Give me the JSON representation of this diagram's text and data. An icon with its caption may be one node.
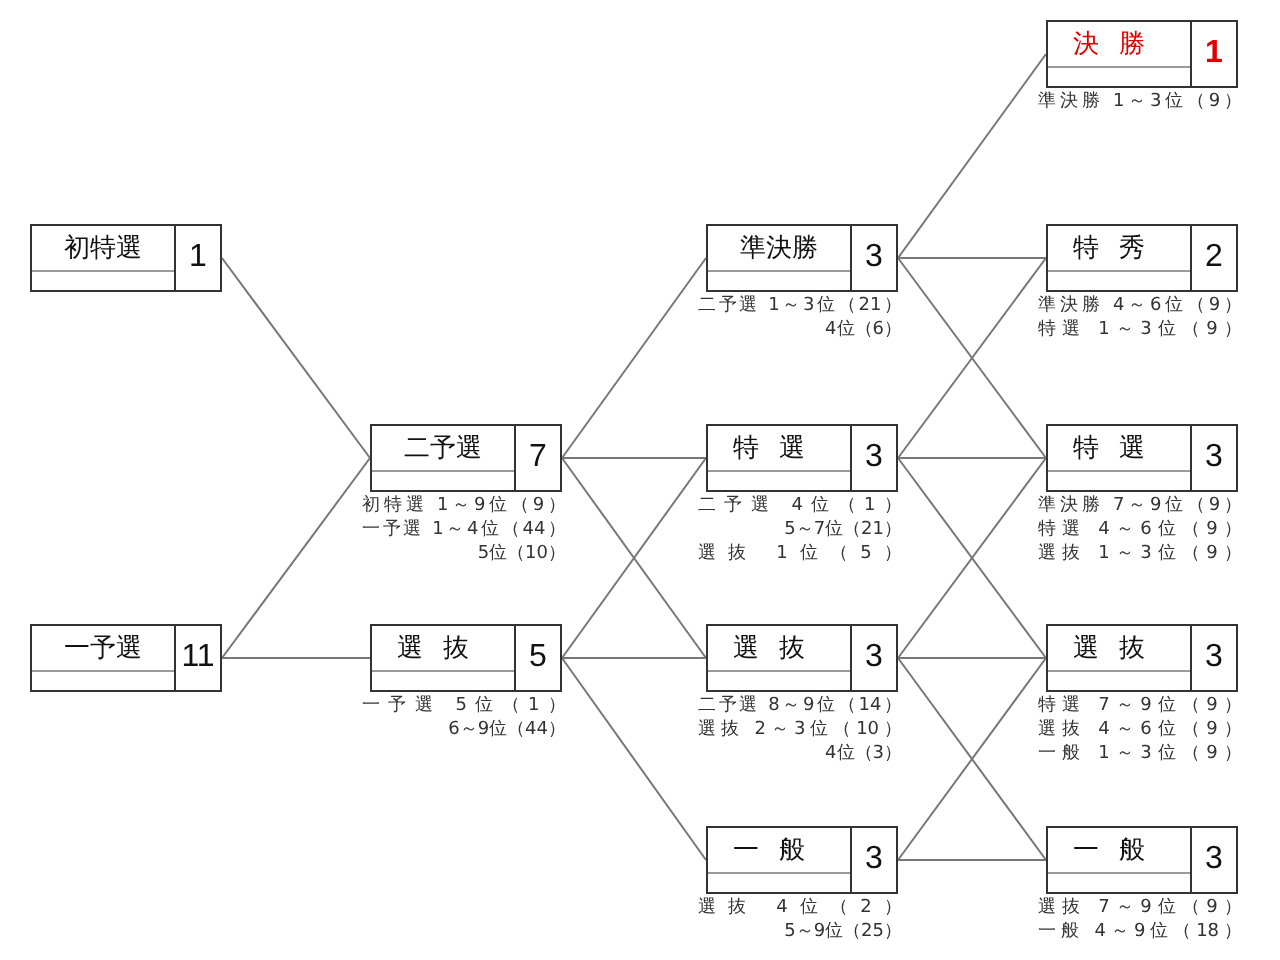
{
  "diagram": {
    "nodes": [
      {
        "text": [
          "初特選",
          "1"
        ]
      },
      {
        "text": [
          "一予選",
          "11"
        ]
      },
      {
        "text": [
          "二予選",
          "7"
        ],
        "beside": [
          "初特選 1～9位（9）",
          "一予選 1～4位（44）",
          "5位（10）"
        ]
      },
      {
        "text": [
          "選抜",
          "5"
        ],
        "beside": [
          "一予選 5位（1）",
          "6～9位（44）"
        ]
      },
      {
        "text": [
          "準決勝",
          "3"
        ],
        "beside": [
          "二予選 1～3位（21）",
          "4位（6）"
        ]
      },
      {
        "text": [
          "特選",
          "3"
        ],
        "beside": [
          "二予選 4位（1）",
          "5～7位（21）",
          "選抜 1位（5）"
        ]
      },
      {
        "text": [
          "選抜",
          "3"
        ],
        "beside": [
          "二予選 8～9位（14）",
          "選抜 2～3位（10）",
          "4位（3）"
        ]
      },
      {
        "text": [
          "一般",
          "3"
        ],
        "beside": [
          "選抜 4位（2）",
          "5～9位（25）"
        ]
      },
      {
        "text": [
          "決勝",
          "1"
        ],
        "beside": [
          "準決勝 1～3位（9）"
        ]
      },
      {
        "text": [
          "特秀",
          "2"
        ],
        "beside": [
          "準決勝 4～6位（9）",
          "特選 1～3位（9）"
        ]
      },
      {
        "text": [
          "特選",
          "3"
        ],
        "beside": [
          "準決勝 7～9位（9）",
          "特選 4～6位（9）",
          "選抜 1～3位（9）"
        ]
      },
      {
        "text": [
          "選抜",
          "3"
        ],
        "beside": [
          "特選 7～9位（9）",
          "選抜 4～6位（9）",
          "一般 1～3位（9）"
        ]
      },
      {
        "text": [
          "一般",
          "3"
        ],
        "beside": [
          "選抜 7～9位（9）",
          "一般 4～9位（18）"
        ]
      }
    ],
    "edges": [
      {
        "from": 0,
        "to": 2,
        "arrow": "none"
      },
      {
        "from": 1,
        "to": 2,
        "arrow": "none"
      },
      {
        "from": 1,
        "to": 3,
        "arrow": "none"
      },
      {
        "from": 2,
        "to": 4,
        "arrow": "none"
      },
      {
        "from": 2,
        "to": 5,
        "arrow": "none"
      },
      {
        "from": 2,
        "to": 6,
        "arrow": "none"
      },
      {
        "from": 3,
        "to": 5,
        "arrow": "none"
      },
      {
        "from": 3,
        "to": 6,
        "arrow": "none"
      },
      {
        "from": 3,
        "to": 7,
        "arrow": "none"
      },
      {
        "from": 4,
        "to": 8,
        "arrow": "none"
      },
      {
        "from": 4,
        "to": 9,
        "arrow": "none"
      },
      {
        "from": 4,
        "to": 10,
        "arrow": "none"
      },
      {
        "from": 5,
        "to": 9,
        "arrow": "none"
      },
      {
        "from": 5,
        "to": 10,
        "arrow": "none"
      },
      {
        "from": 5,
        "to": 11,
        "arrow": "none"
      },
      {
        "from": 6,
        "to": 10,
        "arrow": "none"
      },
      {
        "from": 6,
        "to": 11,
        "arrow": "none"
      },
      {
        "from": 6,
        "to": 12,
        "arrow": "none"
      },
      {
        "from": 7,
        "to": 11,
        "arrow": "none"
      },
      {
        "from": 7,
        "to": 12,
        "arrow": "none"
      }
    ]
  }
}
